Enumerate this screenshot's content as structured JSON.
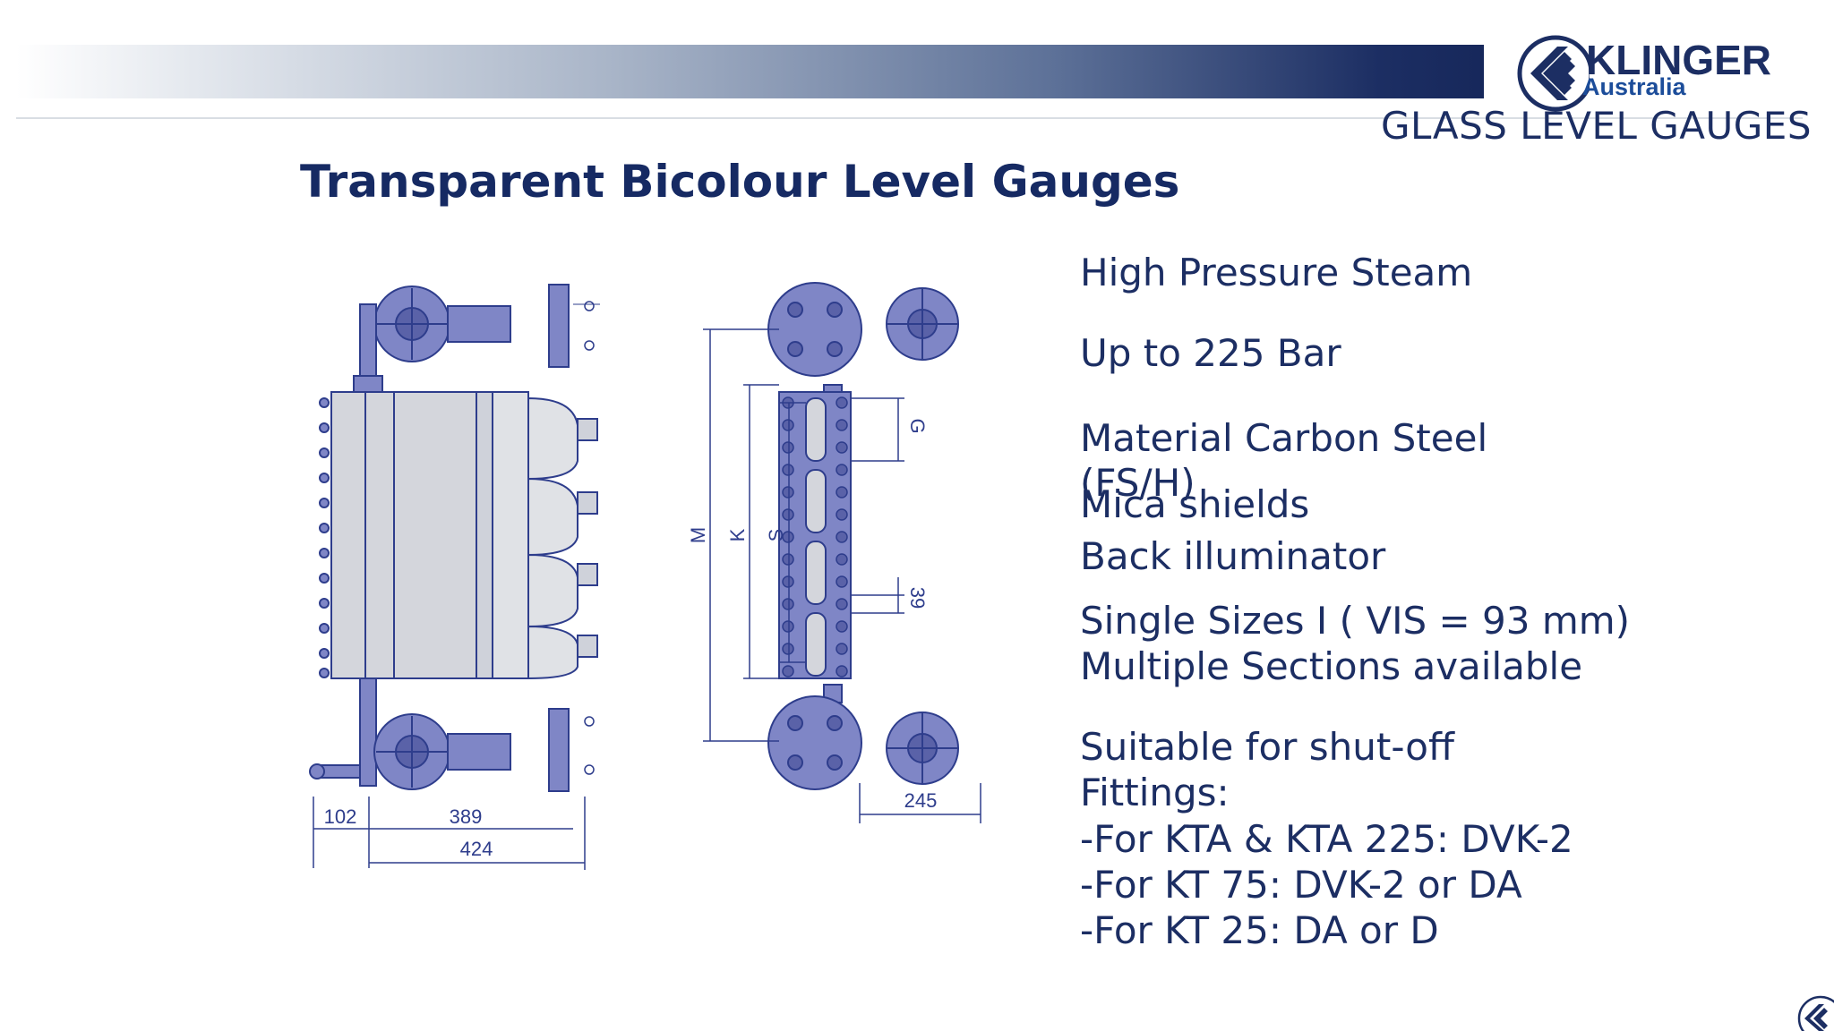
{
  "header": {
    "brand_name": "KLINGER",
    "brand_region": "Australia",
    "section_label": "GLASS LEVEL GAUGES",
    "band_colors": [
      "#ffffff",
      "#a9b5c8",
      "#1c2e63"
    ],
    "logo_icon": "klinger-logo-icon"
  },
  "slide": {
    "title": "Transparent Bicolour Level Gauges"
  },
  "drawing": {
    "left_view": {
      "dim_a": "102",
      "dim_b": "389",
      "dim_c": "424"
    },
    "right_view": {
      "dim_m": "M",
      "dim_k": "K",
      "dim_s": "S",
      "dim_g": "G",
      "dim_39": "39",
      "dim_245": "245"
    },
    "line_color": "#2e3d8c",
    "body_color": "#7f86c6",
    "glass_color": "#d4d6dc"
  },
  "specs": {
    "line1": "High Pressure Steam",
    "line2": "Up to 225 Bar",
    "line3": "Material Carbon Steel",
    "line4": "(FS/H)",
    "line5": "Mica shields",
    "line6": "Back illuminator",
    "line7": "Single Sizes I ( VIS = 93 mm)",
    "line8": "Multiple Sections available",
    "line9": "Suitable for shut-off",
    "line10": "Fittings:",
    "line11": "-For KTA & KTA 225: DVK-2",
    "line12": "-For KT 75: DVK-2 or DA",
    "line13": "-For KT 25: DA or D"
  }
}
